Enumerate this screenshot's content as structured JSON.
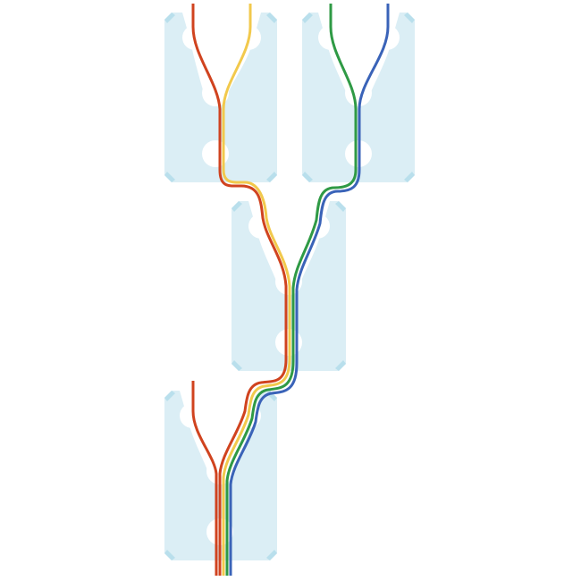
{
  "colors": {
    "background": "#ffffff",
    "panel": "#dbeef5",
    "panel_corner": "#b9dfec",
    "wire_red": "#d0431f",
    "wire_yellow": "#f2c94c",
    "wire_green": "#2f9a45",
    "wire_blue": "#3a63b8"
  },
  "panels": [
    {
      "id": "top-left-splitter"
    },
    {
      "id": "top-right-splitter"
    },
    {
      "id": "middle-splitter"
    },
    {
      "id": "bottom-splitter"
    }
  ],
  "wires": [
    {
      "id": "wire-red-top",
      "color_key": "wire_red"
    },
    {
      "id": "wire-yellow",
      "color_key": "wire_yellow"
    },
    {
      "id": "wire-green",
      "color_key": "wire_green"
    },
    {
      "id": "wire-blue",
      "color_key": "wire_blue"
    },
    {
      "id": "wire-red-bottom",
      "color_key": "wire_red"
    }
  ]
}
